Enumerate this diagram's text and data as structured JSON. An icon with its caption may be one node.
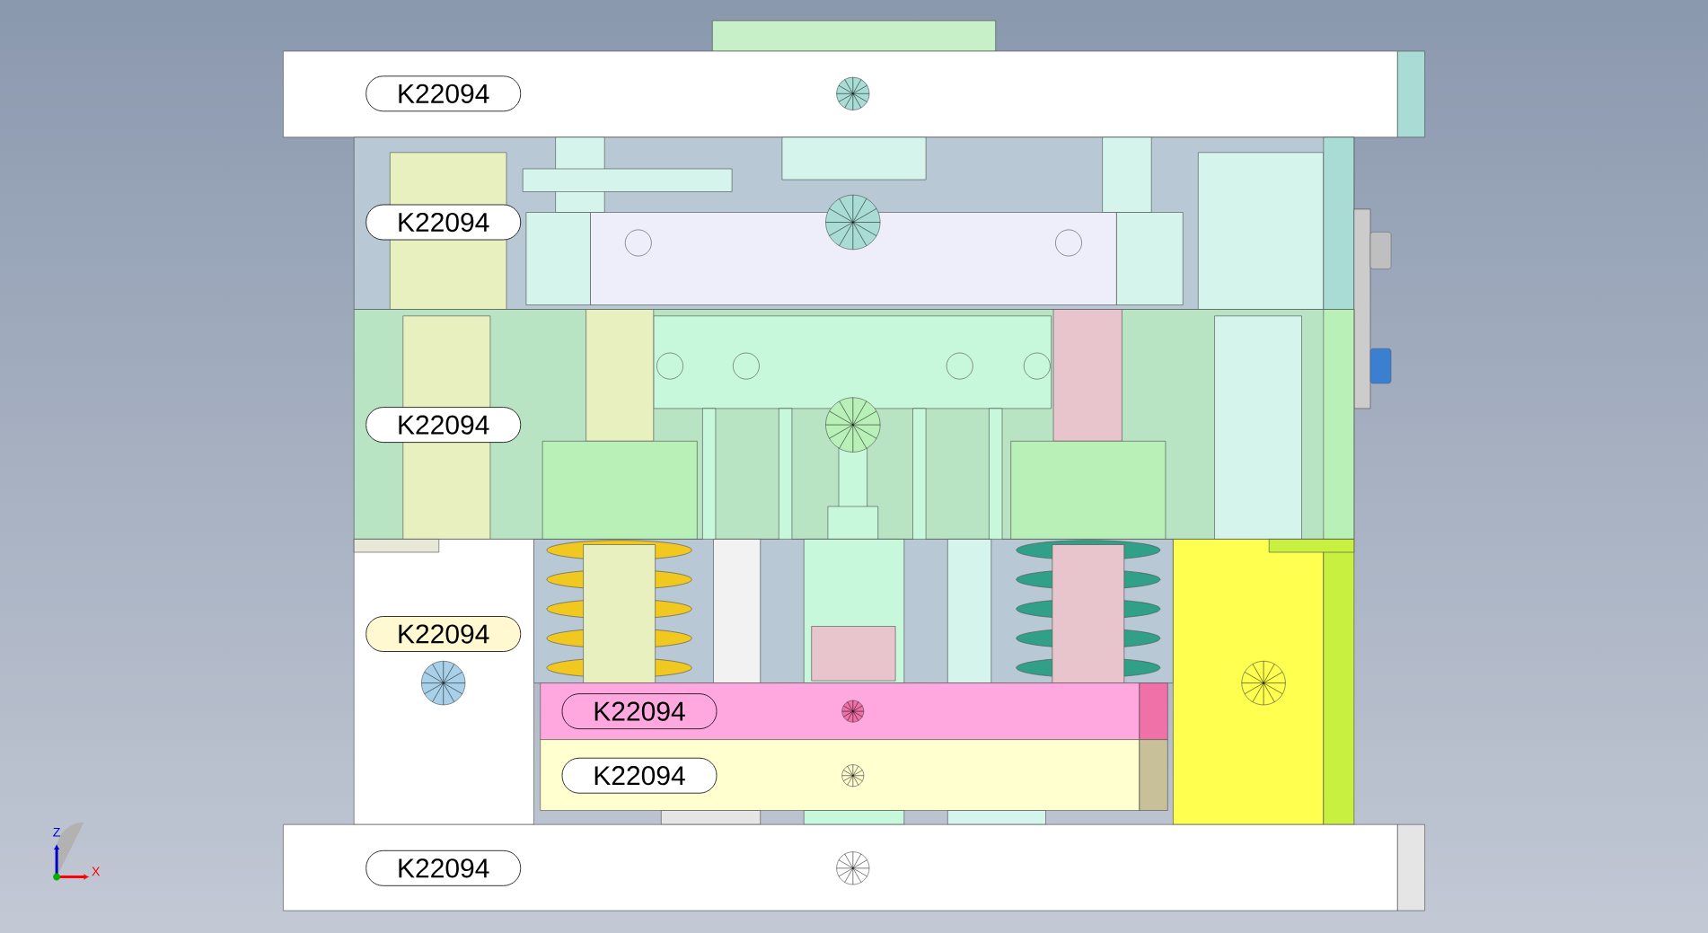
{
  "diagram": {
    "nodes": [
      {
        "text": [
          "K22094"
        ]
      },
      {
        "text": [
          "K22094"
        ]
      },
      {
        "text": [
          "K22094"
        ]
      },
      {
        "text": [
          "K22094"
        ]
      },
      {
        "text": [
          "K22094"
        ]
      },
      {
        "text": [
          "K22094"
        ]
      },
      {
        "text": [
          "K22094"
        ]
      }
    ],
    "labels": [
      "Z",
      "X"
    ]
  }
}
